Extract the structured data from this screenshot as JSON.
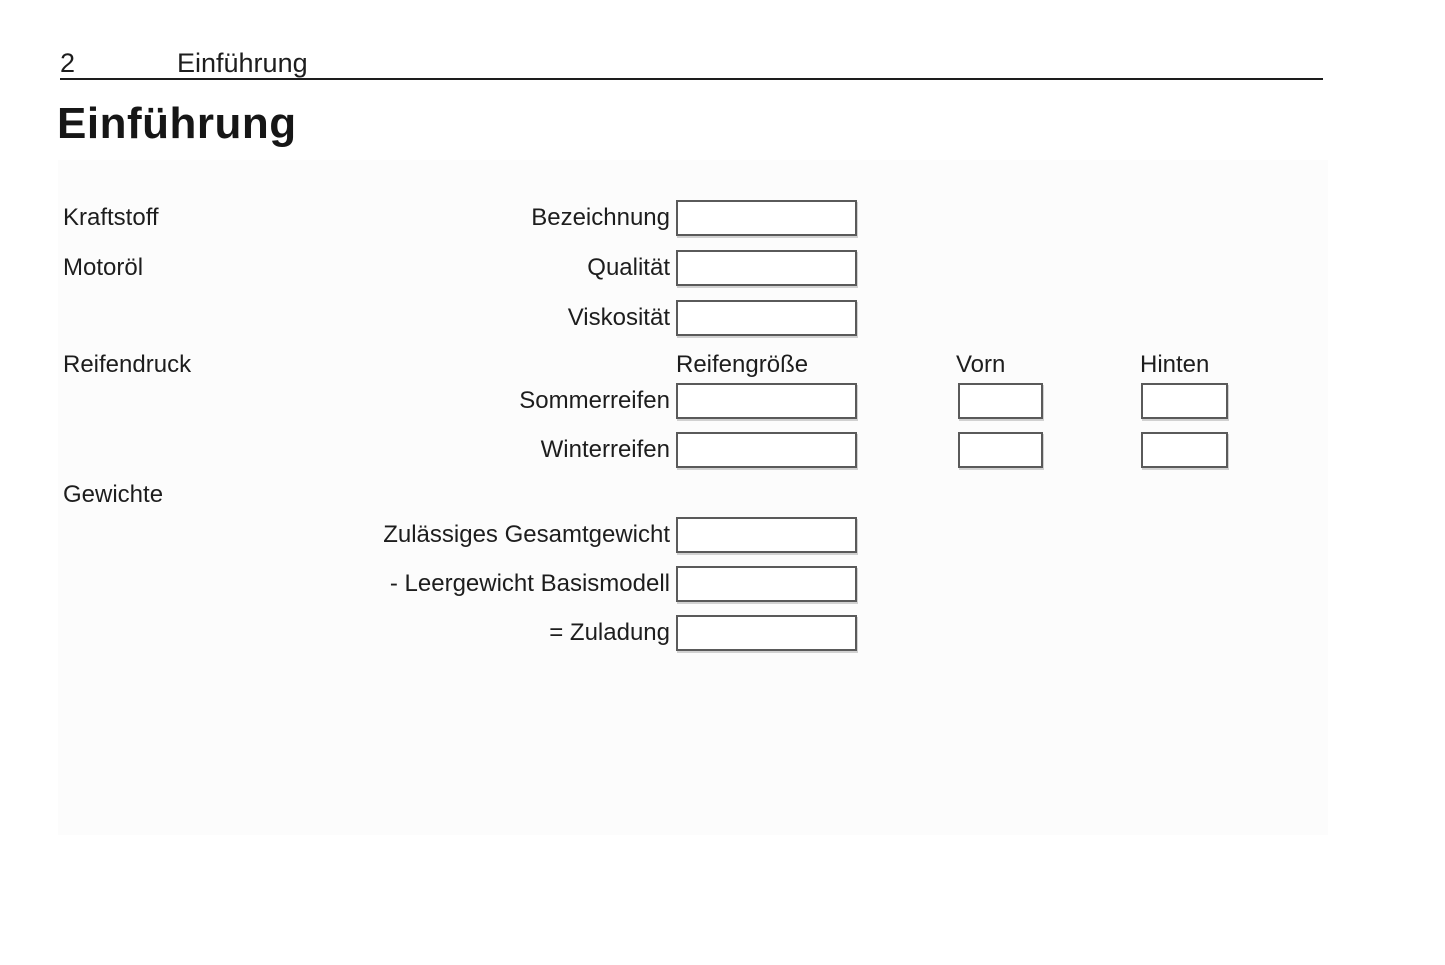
{
  "header": {
    "page_number": "2",
    "chapter": "Einführung"
  },
  "title": "Einführung",
  "form": {
    "fuel": {
      "section_label": "Kraftstoff",
      "fields": [
        {
          "label": "Bezeichnung",
          "value": ""
        }
      ]
    },
    "engine_oil": {
      "section_label": "Motoröl",
      "fields": [
        {
          "label": "Qualität",
          "value": ""
        },
        {
          "label": "Viskosität",
          "value": ""
        }
      ]
    },
    "tire_pressure": {
      "section_label": "Reifendruck",
      "columns": {
        "size": "Reifengröße",
        "front": "Vorn",
        "rear": "Hinten"
      },
      "rows": [
        {
          "label": "Sommerreifen",
          "size_value": "",
          "front_value": "",
          "rear_value": ""
        },
        {
          "label": "Winterreifen",
          "size_value": "",
          "front_value": "",
          "rear_value": ""
        }
      ]
    },
    "weights": {
      "section_label": "Gewichte",
      "fields": [
        {
          "label": "Zulässiges Gesamtgewicht",
          "value": ""
        },
        {
          "label": "- Leergewicht Basismodell",
          "value": ""
        },
        {
          "label": "= Zuladung",
          "value": ""
        }
      ]
    }
  },
  "colors": {
    "text": "#1d1d1d",
    "rule": "#1d1d1d",
    "box_border": "#5a5a5a",
    "content_bg": "#fcfcfc"
  }
}
